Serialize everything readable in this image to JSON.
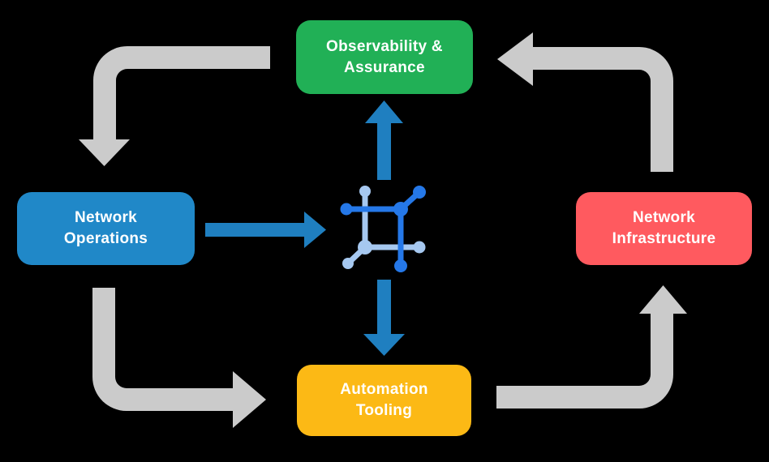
{
  "diagram": {
    "background": "#000000",
    "text_color": "#ffffff",
    "nodes": [
      {
        "id": "observability-assurance",
        "label": "Observability &\nAssurance",
        "color": "#21b056"
      },
      {
        "id": "network-operations",
        "label": "Network\nOperations",
        "color": "#2088c8"
      },
      {
        "id": "network-infrastructure",
        "label": "Network\nInfrastructure",
        "color": "#ff5a5f"
      },
      {
        "id": "automation-tooling",
        "label": "Automation\nTooling",
        "color": "#fcb915"
      }
    ],
    "center_icon": {
      "name": "network-mesh-icon",
      "primary_color": "#2578e8",
      "light_color": "#a6c8f0"
    },
    "flow_arrows": [
      {
        "id": "observability-to-operations",
        "from": "Observability & Assurance",
        "to": "Network Operations",
        "color": "#cbcbcb"
      },
      {
        "id": "infrastructure-to-observability",
        "from": "Network Infrastructure",
        "to": "Observability & Assurance",
        "color": "#cbcbcb"
      },
      {
        "id": "operations-to-automation",
        "from": "Network Operations",
        "to": "Automation Tooling",
        "color": "#cbcbcb"
      },
      {
        "id": "automation-to-infrastructure",
        "from": "Automation Tooling",
        "to": "Network Infrastructure",
        "color": "#cbcbcb"
      }
    ],
    "action_arrows": [
      {
        "id": "operations-to-center",
        "from": "Network Operations",
        "to": "center-icon",
        "color": "#1f7fc0"
      },
      {
        "id": "center-to-observability",
        "from": "center-icon",
        "to": "Observability & Assurance",
        "color": "#1f7fc0"
      },
      {
        "id": "center-to-automation",
        "from": "center-icon",
        "to": "Automation Tooling",
        "color": "#1f7fc0"
      }
    ]
  }
}
